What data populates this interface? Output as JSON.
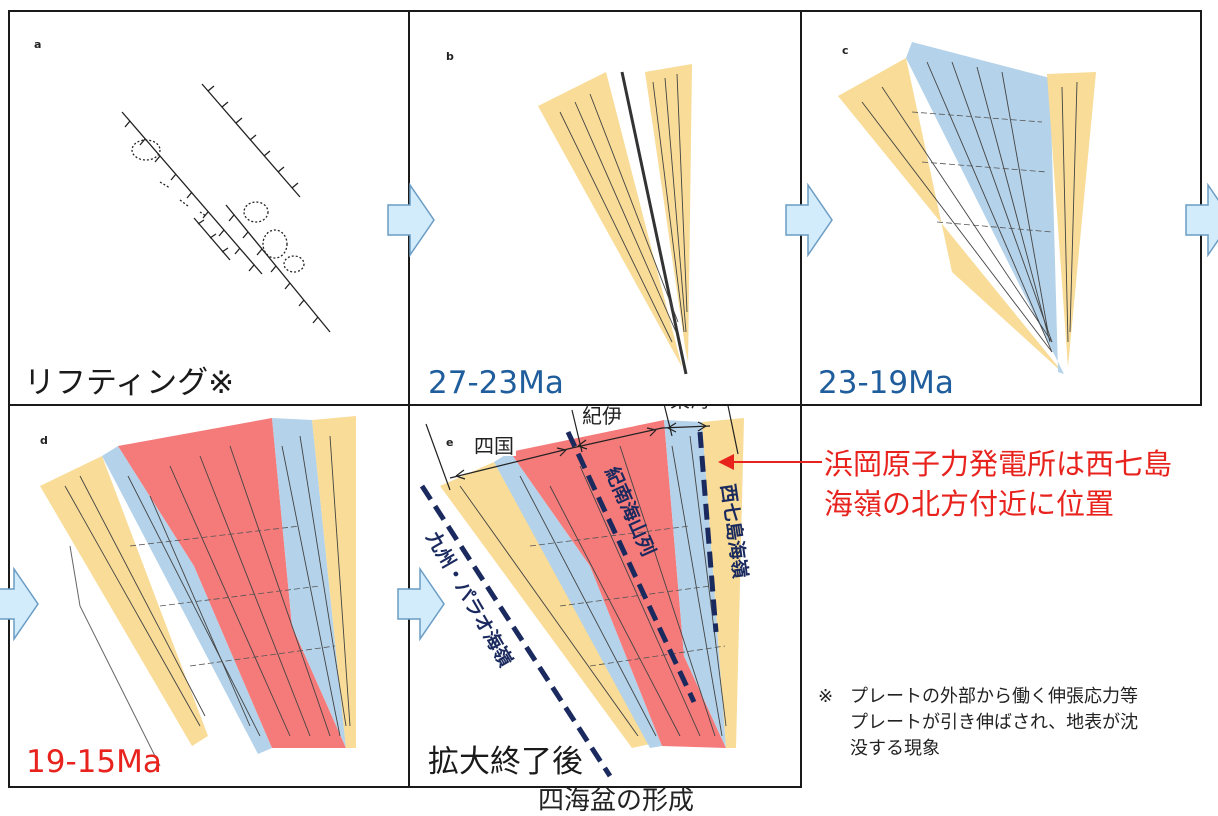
{
  "panels": {
    "a": {
      "letter": "a",
      "label": "リフティング※",
      "label_color": "#1a1a1a"
    },
    "b": {
      "letter": "b",
      "label": "27-23Ma",
      "label_color": "#1f5d9c"
    },
    "c": {
      "letter": "c",
      "label": "23-19Ma",
      "label_color": "#1f5d9c"
    },
    "d": {
      "letter": "d",
      "label": "19-15Ma",
      "label_color": "#e8231e"
    },
    "e": {
      "letter": "e",
      "label": "拡大終了後",
      "label_color": "#1a1a1a"
    }
  },
  "region_labels": {
    "shikoku": "四国",
    "kii": "紀伊",
    "tokai": "東海"
  },
  "ridge_labels": {
    "kyushu_palau": "九州・パラオ海嶺",
    "kinan": "紀南海山列",
    "nishi_shichito": "西七島海嶺"
  },
  "annotation": {
    "line1": "浜岡原子力発電所は西七島",
    "line2": "海嶺の北方付近に位置"
  },
  "footnote": {
    "mark": "※",
    "line1": "プレートの外部から働く伸張応力等",
    "line2": "プレートが引き伸ばされ、地表が沈",
    "line3": "没する現象"
  },
  "bottom_caption": "四海盆の形成",
  "colors": {
    "yellow": "#f8dc97",
    "blue": "#b4d2e9",
    "red": "#f57a7a",
    "dashed_ridge": "#1b2a5e",
    "annotation_red": "#e8231e",
    "arrow_fill": "#d3ecfb",
    "arrow_stroke": "#6a9cc4"
  }
}
